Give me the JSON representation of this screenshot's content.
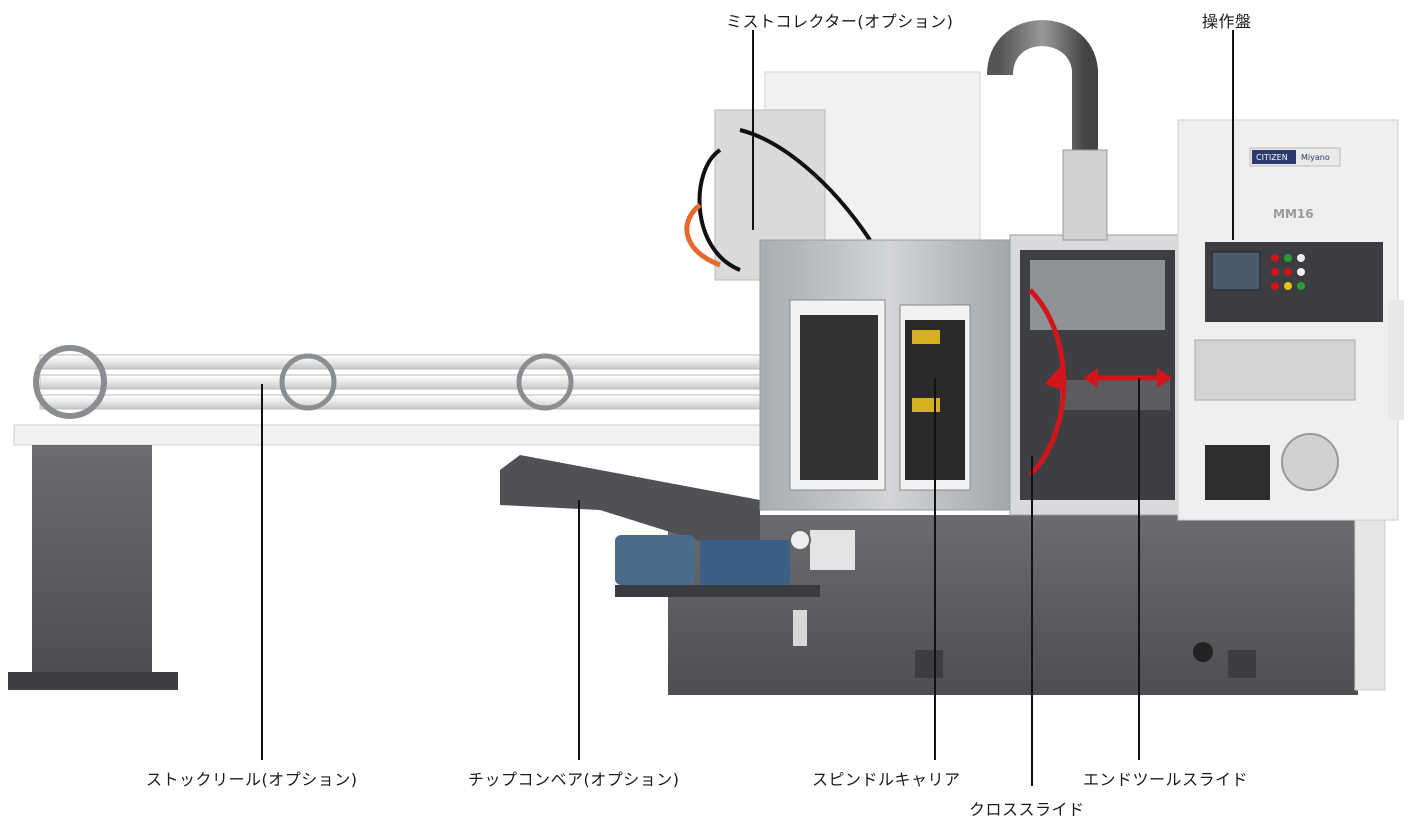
{
  "callouts": {
    "mist_collector": "ミストコレクター(オプション)",
    "operation_panel": "操作盤",
    "stock_reel": "ストックリール(オプション)",
    "chip_conveyor": "チップコンベア(オプション)",
    "spindle_carrier": "スピンドルキャリア",
    "end_tool_slide": "エンドツールスライド",
    "cross_slide": "クロススライド"
  },
  "machine_branding": {
    "brand": "CITIZEN",
    "sub_brand": "Miyano",
    "model": "MM16"
  },
  "colors": {
    "motion_arrow": "#d0161b",
    "base_gray": "#5a5c60",
    "panel_light": "#eeeeee",
    "steel": "#b9bcc0"
  }
}
